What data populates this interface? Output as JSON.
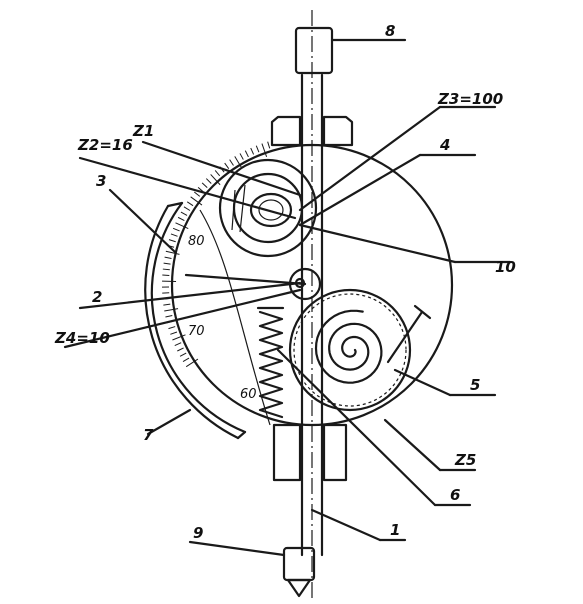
{
  "labels": {
    "l1": "1",
    "l2": "2",
    "l3": "3",
    "l4": "4",
    "l5": "5",
    "l6": "6",
    "l7": "7",
    "l8": "8",
    "l9": "9",
    "l10": "10",
    "z1": "Z1",
    "z2": "Z2=16",
    "z3": "Z3=100",
    "z4": "Z4=10",
    "z5": "Z5"
  },
  "scale_marks": [
    "80",
    "70",
    "60"
  ]
}
